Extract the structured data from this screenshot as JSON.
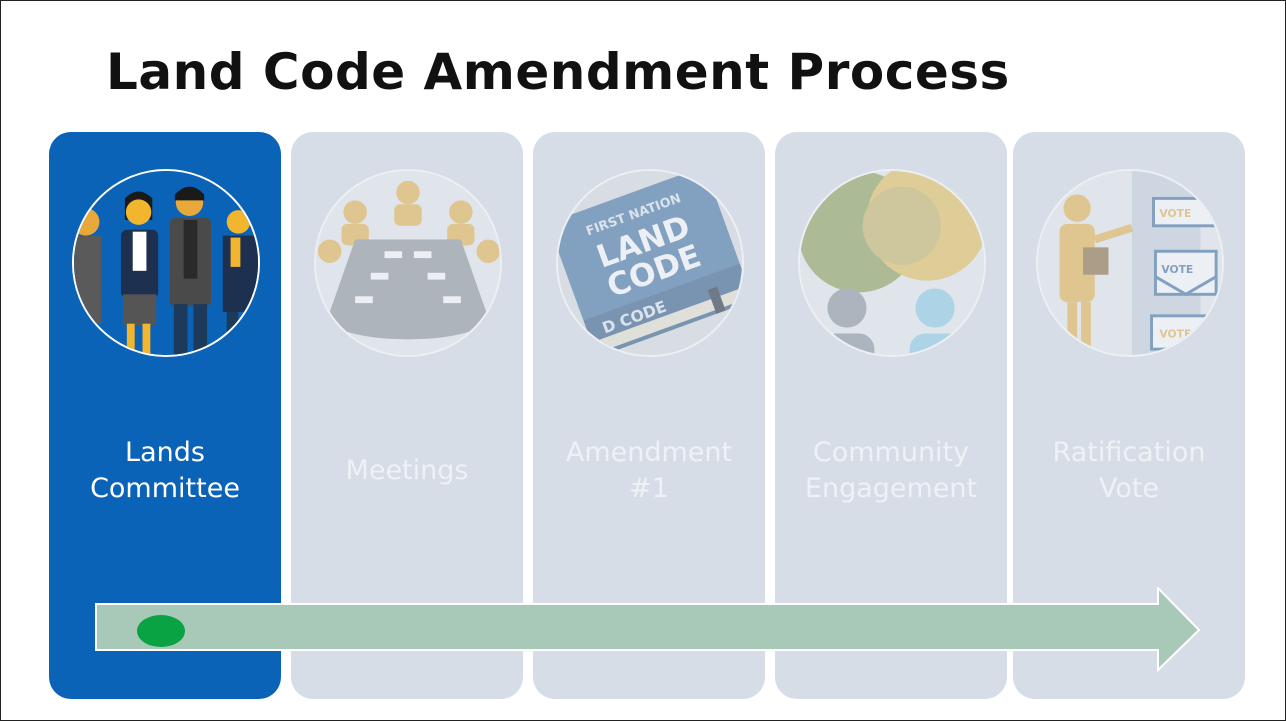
{
  "title": "Land Code Amendment Process",
  "steps": [
    {
      "label_line1": "Lands",
      "label_line2": "Committee",
      "state": "current",
      "illustration": "committee-people"
    },
    {
      "label_line1": "Meetings",
      "label_line2": "",
      "state": "upcoming",
      "illustration": "meeting-table"
    },
    {
      "label_line1": "Amendment",
      "label_line2": "#1",
      "state": "upcoming",
      "illustration": "land-code-book"
    },
    {
      "label_line1": "Community",
      "label_line2": "Engagement",
      "state": "upcoming",
      "illustration": "speech-people"
    },
    {
      "label_line1": "Ratification",
      "label_line2": "Vote",
      "state": "upcoming",
      "illustration": "vote-ballots"
    }
  ],
  "book_text": {
    "line1": "FIRST NATION",
    "line2": "LAND",
    "line3": "CODE",
    "spine": "D CODE"
  },
  "vote_text": "VOTE",
  "progress": {
    "current_step": 1,
    "total_steps": 5
  },
  "colors": {
    "active_panel": "#0b63b8",
    "inactive_panel": "#d6dde6",
    "timeline_arrow": "#a9c9b8",
    "progress_marker": "#0aa344"
  }
}
